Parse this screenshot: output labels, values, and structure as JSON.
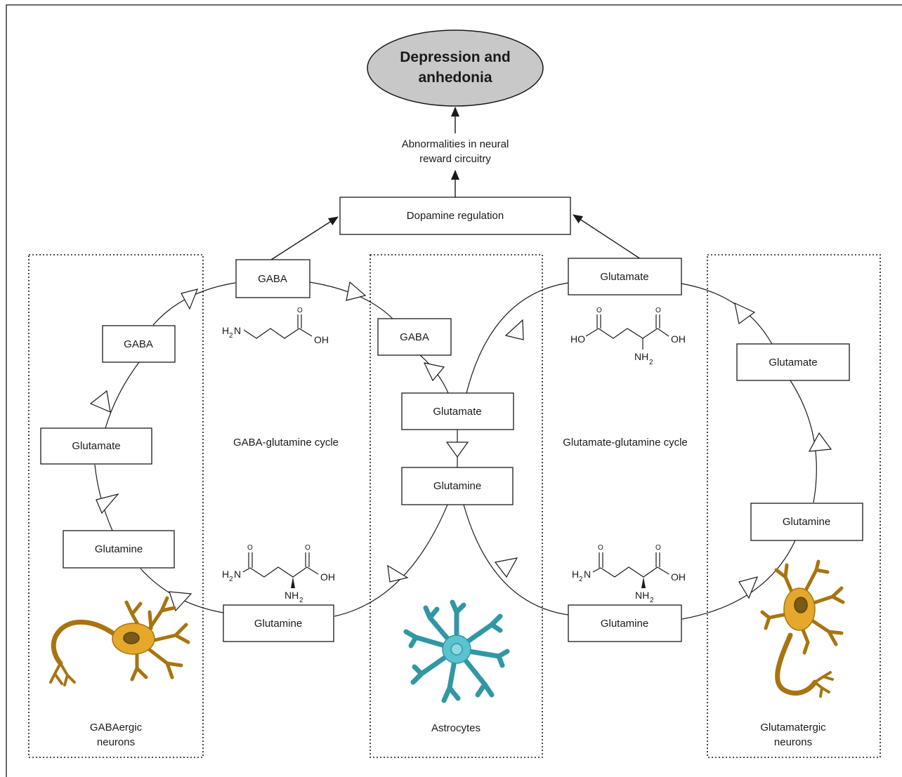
{
  "title": "Depression and\nanhedonia",
  "title_lines": [
    "Depression and",
    "anhedonia"
  ],
  "abnormalities": [
    "Abnormalities in neural",
    "reward circuitry"
  ],
  "dopamine": "Dopamine regulation",
  "regions": {
    "gaba_neurons": [
      "GABAergic",
      "neurons"
    ],
    "astrocytes": [
      "Astrocytes"
    ],
    "glu_neurons": [
      "Glutamatergic",
      "neurons"
    ]
  },
  "cycles": {
    "gaba_cycle": "GABA-glutamine cycle",
    "glu_cycle": "Glutamate-glutamine cycle"
  },
  "boxes": {
    "gaba_top": "GABA",
    "gaba_left": "GABA",
    "glutamate_left": "Glutamate",
    "glutamine_left": "Glutamine",
    "glutamine_bottom_left": "Glutamine",
    "gaba_astro": "GABA",
    "glutamate_astro": "Glutamate",
    "glutamine_astro": "Glutamine",
    "glutamate_top_right": "Glutamate",
    "glutamate_right": "Glutamate",
    "glutamine_right": "Glutamine",
    "glutamine_bottom_right": "Glutamine"
  },
  "chemistry": {
    "gaba": {
      "amine": "H",
      "amine_sub": "2",
      "amine_n": "N",
      "carbonyl_o": "O",
      "acid": "OH"
    },
    "glutamate": {
      "acid_left": "HO",
      "carbonyl_o1": "O",
      "carbonyl_o2": "O",
      "acid_right": "OH",
      "amine": "NH",
      "amine_sub": "2"
    },
    "glutamine": {
      "amide": "H",
      "amide_sub": "2",
      "amide_n": "N",
      "carbonyl_o1": "O",
      "carbonyl_o2": "O",
      "acid": "OH",
      "amine": "NH",
      "amine_sub": "2"
    }
  },
  "colors": {
    "title_fill": "#c8c8c8",
    "neuron_fill": "#e6a82a",
    "neuron_stroke": "#a8740f",
    "neuron_nucleus": "#7a5a14",
    "astrocyte_fill": "#5bc3cf",
    "astrocyte_stroke": "#2f98a4",
    "astrocyte_nucleus": "#8fd9e1"
  }
}
